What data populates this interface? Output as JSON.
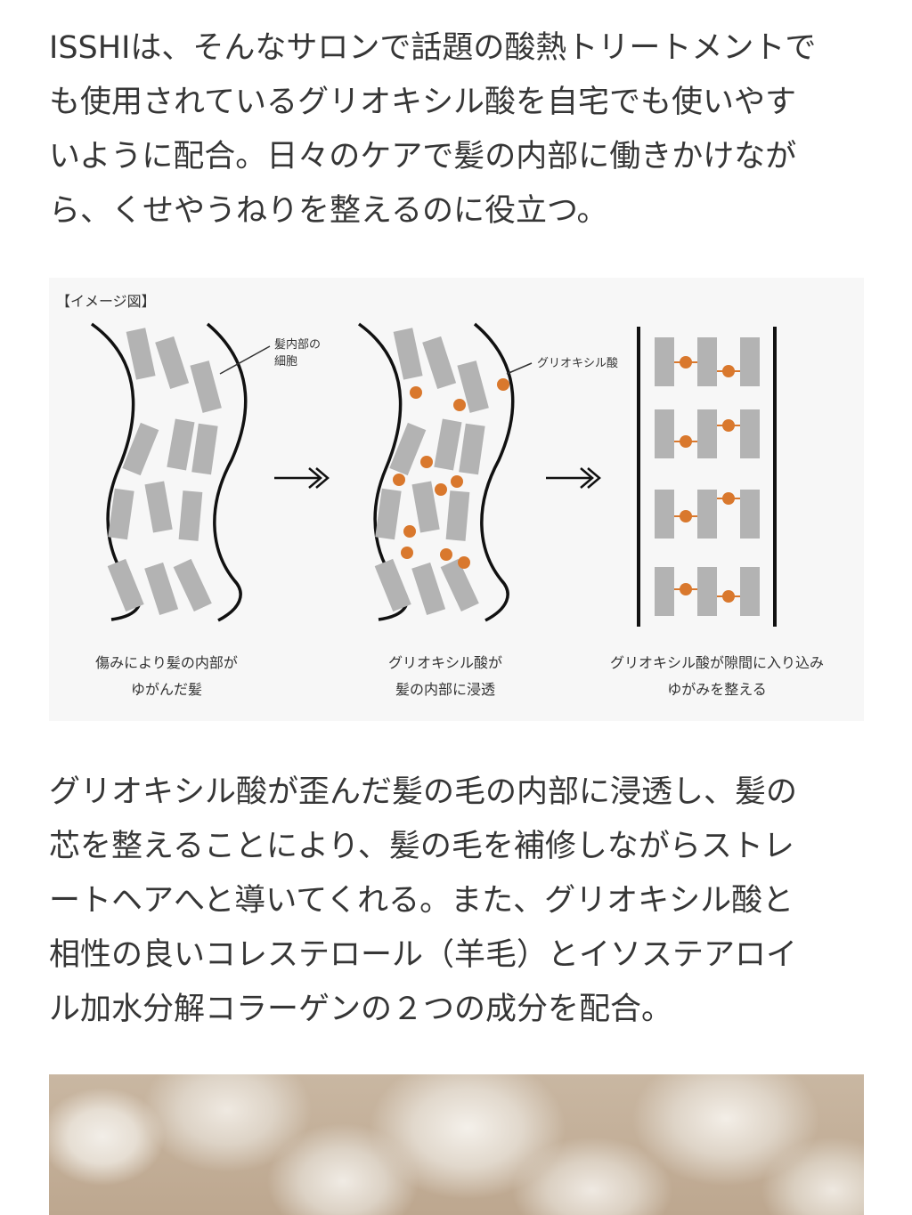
{
  "paragraph1": {
    "lines": [
      "ISSHIは、そんなサロンで話題の酸熱トリートメントで",
      "も使用されているグリオキシル酸を自宅でも使いやす",
      "いように配合。日々のケアで髪の内部に働きかけなが",
      "ら、くせやうねりを整えるのに役立つ。"
    ]
  },
  "figure": {
    "title": "【イメージ図】",
    "label_cells": [
      "髪内部の",
      "細胞"
    ],
    "label_acid": "グリオキシル酸",
    "captions": [
      [
        "傷みにより髪の内部が",
        "ゆがんだ髪"
      ],
      [
        "グリオキシル酸が",
        "髪の内部に浸透"
      ],
      [
        "グリオキシル酸が隙間に入り込み",
        "ゆがみを整える"
      ]
    ],
    "arrow_symbol": "→",
    "colors": {
      "cell": "#b3b3b3",
      "acid": "#d9782d",
      "line": "#111111"
    }
  },
  "paragraph2": {
    "lines": [
      "グリオキシル酸が歪んだ髪の毛の内部に浸透し、髪の",
      "芯を整えることにより、髪の毛を補修しながらストレ",
      "ートヘアへと導いてくれる。また、グリオキシル酸と",
      "相性の良いコレステロール（羊毛）とイソステアロイ",
      "ル加水分解コラーゲンの２つの成分を配合。"
    ]
  }
}
